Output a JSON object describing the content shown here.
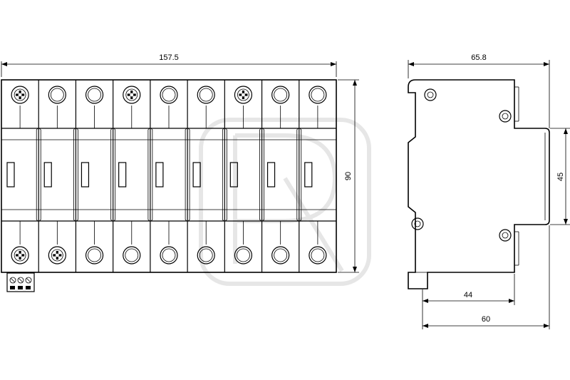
{
  "front_view": {
    "width_label": "157.5",
    "height_label": "90",
    "module_count": 9,
    "top_terminals": [
      "cross",
      "open",
      "open",
      "cross",
      "open",
      "open",
      "cross",
      "open",
      "open"
    ],
    "bottom_terminals": [
      "cross",
      "cross",
      "open",
      "open",
      "open",
      "open",
      "open",
      "open",
      "open"
    ]
  },
  "side_view": {
    "depth_label": "65.8",
    "front_height_label": "45",
    "rail_to_front_label": "44",
    "rail_to_back_label": "60"
  }
}
